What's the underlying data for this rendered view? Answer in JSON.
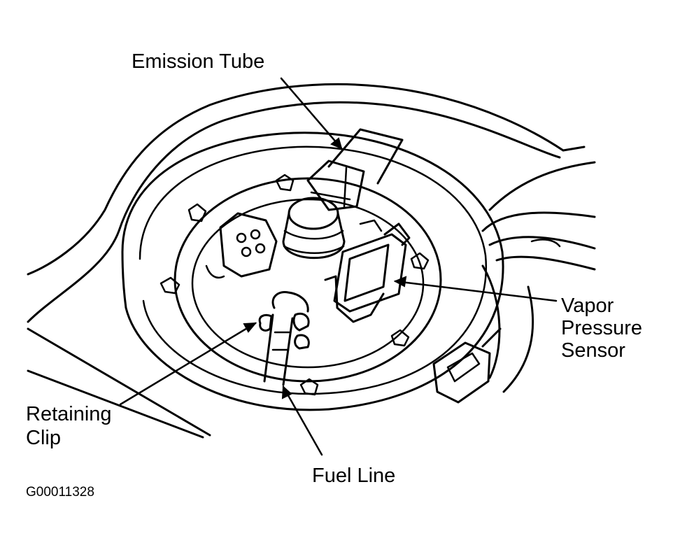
{
  "labels": {
    "emission_tube": "Emission Tube",
    "vapor_pressure_sensor": [
      "Vapor",
      "Pressure",
      "Sensor"
    ],
    "retaining_clip": [
      "Retaining",
      "Clip"
    ],
    "fuel_line": "Fuel Line"
  },
  "figure_id": "G00011328",
  "colors": {
    "ink": "#000000",
    "paper": "#ffffff"
  }
}
